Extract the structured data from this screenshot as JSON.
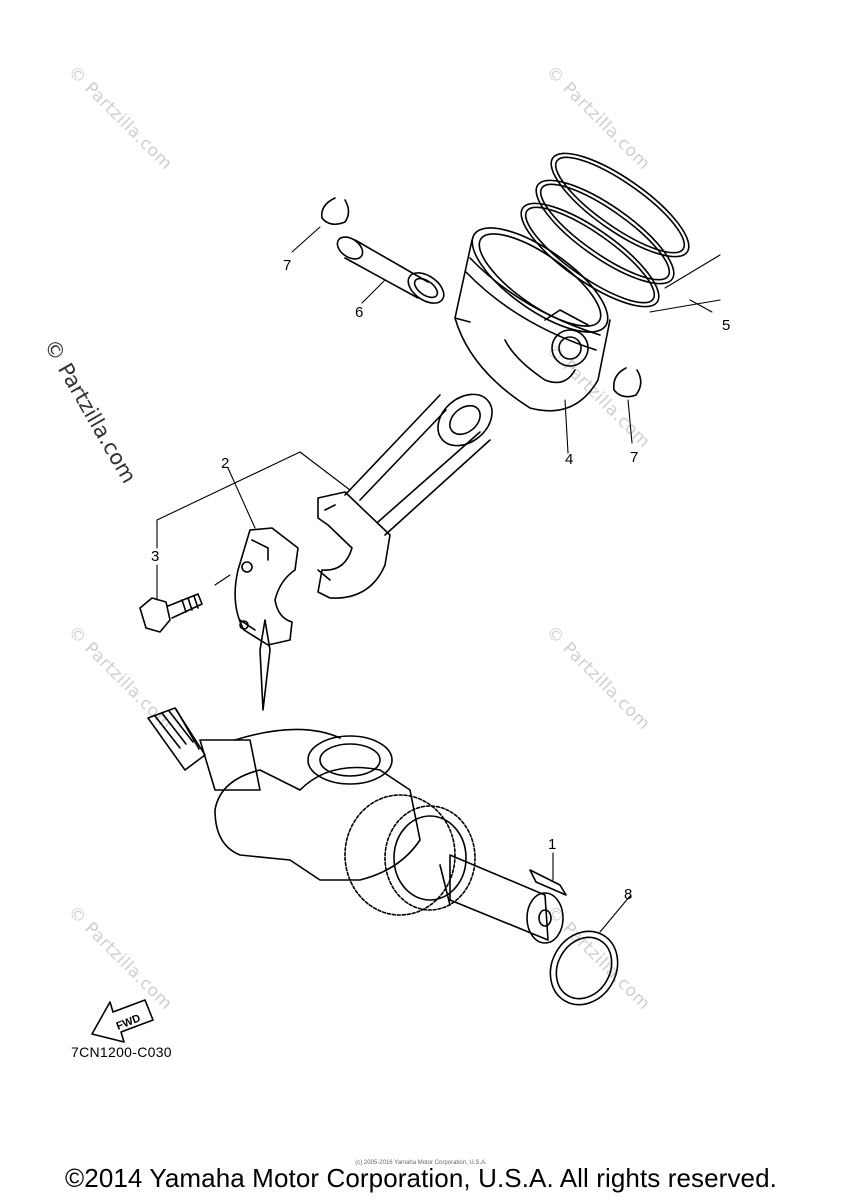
{
  "watermarks": {
    "repeat_text": "© Partzilla.com",
    "side_text": "© Partzilla.com"
  },
  "callouts": {
    "p1": "1",
    "p2": "2",
    "p3": "3",
    "p4": "4",
    "p5": "5",
    "p6": "6",
    "p7a": "7",
    "p7b": "7",
    "p8": "8"
  },
  "fwd_label": "FWD",
  "diagram_code": "7CN1200-C030",
  "tiny_notice": "(c) 2005-2016 Yamaha Motor Corporation, U.S.A.",
  "copyright": "©2014 Yamaha Motor Corporation, U.S.A. All rights reserved."
}
